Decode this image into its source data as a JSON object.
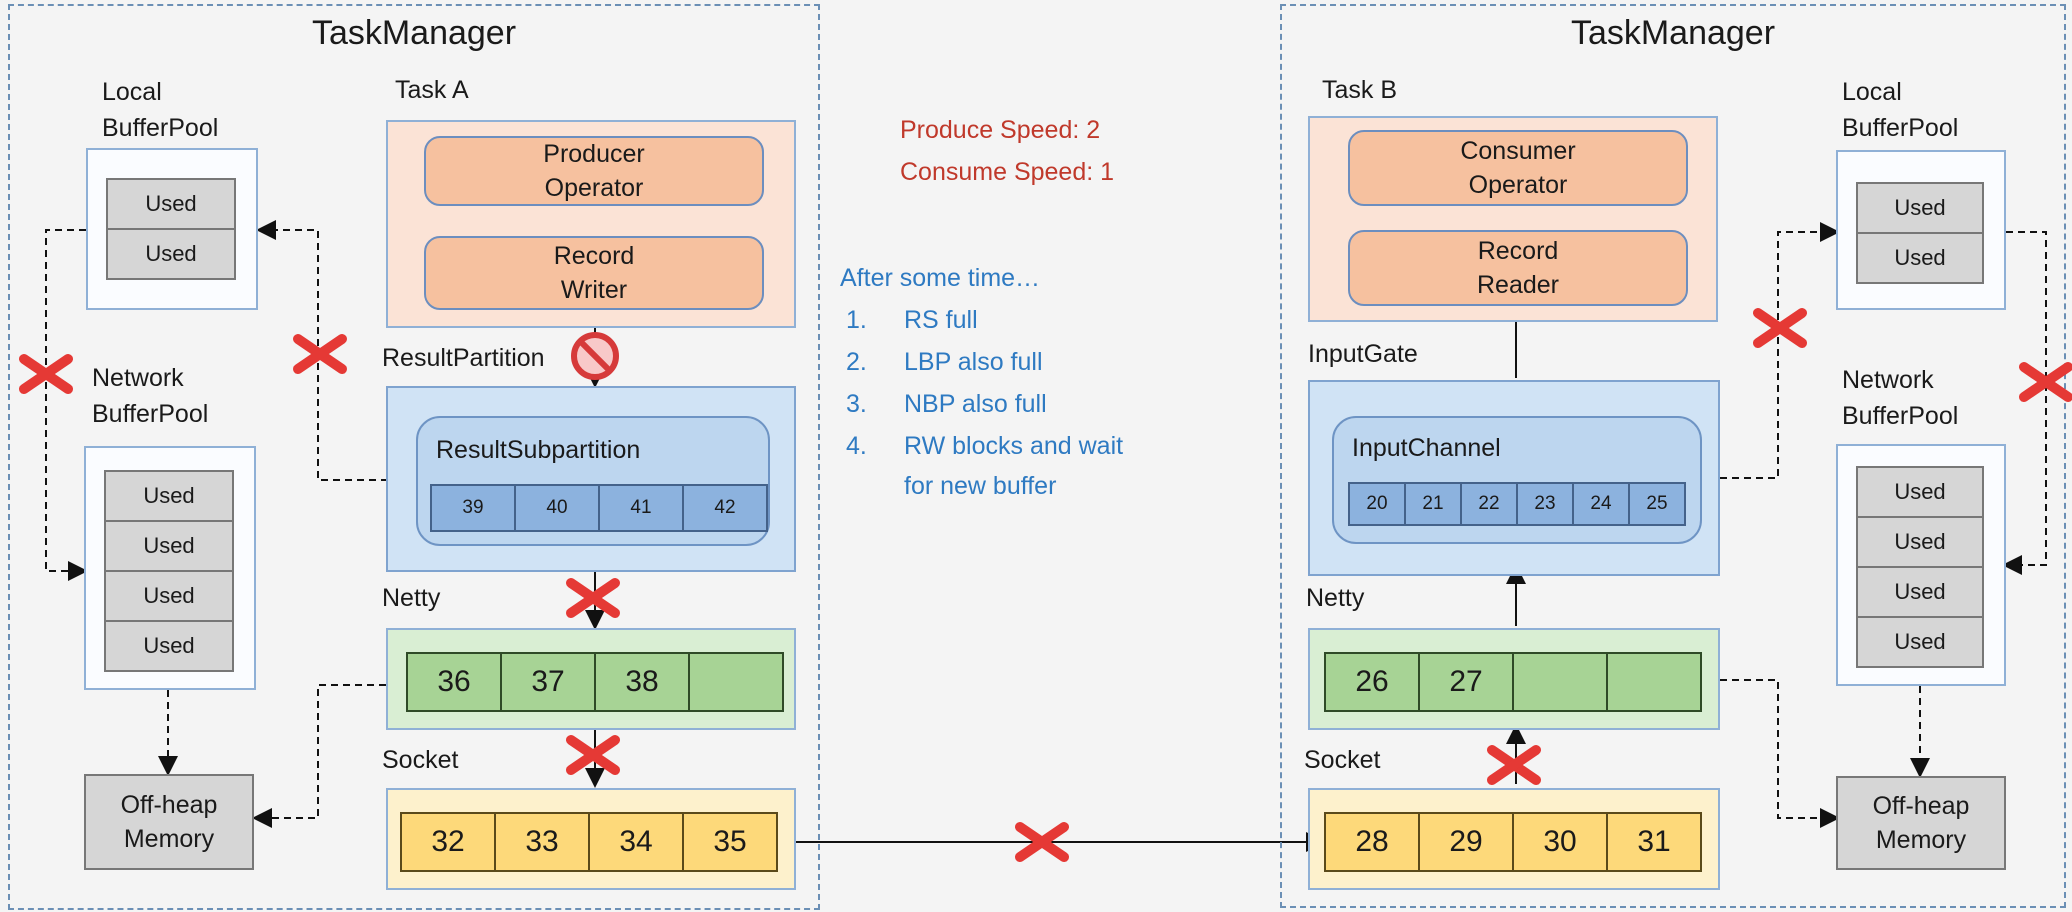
{
  "left_tm": {
    "title": "TaskManager",
    "task_label": "Task A",
    "local_pool": {
      "label1": "Local",
      "label2": "BufferPool",
      "cells": [
        "Used",
        "Used"
      ]
    },
    "network_pool": {
      "label1": "Network",
      "label2": "BufferPool",
      "cells": [
        "Used",
        "Used",
        "Used",
        "Used"
      ]
    },
    "producer": {
      "line1": "Producer",
      "line2": "Operator"
    },
    "writer": {
      "line1": "Record",
      "line2": "Writer"
    },
    "result_partition": "ResultPartition",
    "result_subpartition": "ResultSubpartition",
    "sub_cells": [
      "39",
      "40",
      "41",
      "42"
    ],
    "netty": "Netty",
    "netty_cells": [
      "36",
      "37",
      "38",
      ""
    ],
    "socket": "Socket",
    "socket_cells": [
      "32",
      "33",
      "34",
      "35"
    ],
    "offheap": {
      "line1": "Off-heap",
      "line2": "Memory"
    }
  },
  "right_tm": {
    "title": "TaskManager",
    "task_label": "Task B",
    "local_pool": {
      "label1": "Local",
      "label2": "BufferPool",
      "cells": [
        "Used",
        "Used"
      ]
    },
    "network_pool": {
      "label1": "Network",
      "label2": "BufferPool",
      "cells": [
        "Used",
        "Used",
        "Used",
        "Used"
      ]
    },
    "consumer": {
      "line1": "Consumer",
      "line2": "Operator"
    },
    "reader": {
      "line1": "Record",
      "line2": "Reader"
    },
    "input_gate": "InputGate",
    "input_channel": "InputChannel",
    "channel_cells": [
      "20",
      "21",
      "22",
      "23",
      "24",
      "25"
    ],
    "netty": "Netty",
    "netty_cells": [
      "26",
      "27",
      "",
      ""
    ],
    "socket": "Socket",
    "socket_cells": [
      "28",
      "29",
      "30",
      "31"
    ],
    "offheap": {
      "line1": "Off-heap",
      "line2": "Memory"
    }
  },
  "speed": {
    "produce": "Produce Speed:   2",
    "consume": "Consume Speed:  1"
  },
  "notes": {
    "heading": "After some time…",
    "items": [
      {
        "num": "1.",
        "text": "RS full"
      },
      {
        "num": "2.",
        "text": "LBP also full"
      },
      {
        "num": "3.",
        "text": "NBP also full"
      },
      {
        "num": "4.",
        "text": "RW blocks and wait"
      }
    ],
    "item4_cont": "for new buffer"
  },
  "colors": {
    "accent_red": "#c0392b",
    "accent_blue": "#2e7ac2",
    "blocked_x": "#e53935"
  },
  "icons": [
    "blocked-x-icon",
    "no-entry-icon"
  ]
}
